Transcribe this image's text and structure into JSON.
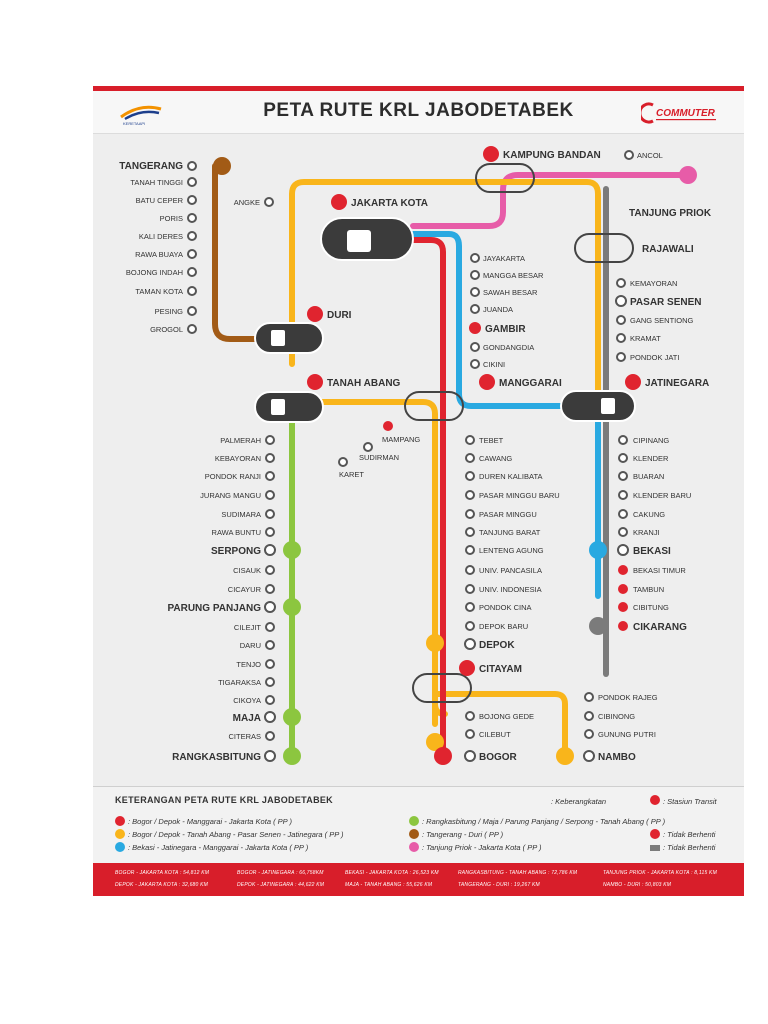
{
  "header": {
    "title": "PETA RUTE KRL JABODETABEK",
    "logo_left_text": "KERETAAPI",
    "logo_right_text": "COMMUTER"
  },
  "colors": {
    "red": "#e0242f",
    "yellow": "#f9b51b",
    "green": "#8cc63f",
    "brown": "#a25b16",
    "pink": "#e75ca8",
    "blue": "#29a9e1",
    "grey": "#7b7b7b",
    "accent": "#d81e2a"
  },
  "stations": {
    "tangerang": "TANGERANG",
    "tanah_tinggi": "TANAH TINGGI",
    "batu_ceper": "BATU CEPER",
    "poris": "PORIS",
    "kali_deres": "KALI DERES",
    "rawa_buaya": "RAWA BUAYA",
    "bojong_indah": "BOJONG INDAH",
    "taman_kota": "TAMAN KOTA",
    "pesing": "PESING",
    "grogol": "GROGOL",
    "angke": "ANGKE",
    "duri": "DURI",
    "jakarta_kota": "JAKARTA KOTA",
    "kampung_bandan": "KAMPUNG BANDAN",
    "ancol": "ANCOL",
    "tanjung_priok": "TANJUNG PRIOK",
    "rajawali": "RAJAWALI",
    "kemayoran": "KEMAYORAN",
    "pasar_senen": "PASAR SENEN",
    "gang_sentiong": "GANG SENTIONG",
    "kramat": "KRAMAT",
    "pondok_jati": "PONDOK JATI",
    "jatinegara": "JATINEGARA",
    "jayakarta": "JAYAKARTA",
    "mangga_besar": "MANGGA BESAR",
    "sawah_besar": "SAWAH BESAR",
    "juanda": "JUANDA",
    "gambir": "GAMBIR",
    "gondangdia": "GONDANGDIA",
    "cikini": "CIKINI",
    "manggarai": "MANGGARAI",
    "tanah_abang": "TANAH ABANG",
    "karet": "KARET",
    "sudirman": "SUDIRMAN",
    "mampang": "MAMPANG",
    "palmerah": "PALMERAH",
    "kebayoran": "KEBAYORAN",
    "pondok_ranji": "PONDOK RANJI",
    "jurang_mangu": "JURANG MANGU",
    "sudimara": "SUDIMARA",
    "rawa_buntu": "RAWA BUNTU",
    "serpong": "SERPONG",
    "cisauk": "CISAUK",
    "cicayur": "CICAYUR",
    "parung_panjang": "PARUNG PANJANG",
    "cilejit": "CILEJIT",
    "daru": "DARU",
    "tenjo": "TENJO",
    "tigaraksa": "TIGARAKSA",
    "cikoya": "CIKOYA",
    "maja": "MAJA",
    "citeras": "CITERAS",
    "rangkasbitung": "RANGKASBITUNG",
    "tebet": "TEBET",
    "cawang": "CAWANG",
    "duren_kalibata": "DUREN KALIBATA",
    "pasar_minggu_baru": "PASAR MINGGU BARU",
    "pasar_minggu": "PASAR MINGGU",
    "tanjung_barat": "TANJUNG BARAT",
    "lenteng_agung": "LENTENG AGUNG",
    "univ_pancasila": "UNIV. PANCASILA",
    "univ_indonesia": "UNIV. INDONESIA",
    "pondok_cina": "PONDOK CINA",
    "depok_baru": "DEPOK BARU",
    "depok": "DEPOK",
    "citayam": "CITAYAM",
    "bojong_gede": "BOJONG GEDE",
    "cilebut": "CILEBUT",
    "bogor": "BOGOR",
    "pondok_rajeg": "PONDOK RAJEG",
    "cibinong": "CIBINONG",
    "gunung_putri": "GUNUNG PUTRI",
    "nambo": "NAMBO",
    "cipinang": "CIPINANG",
    "klender": "KLENDER",
    "buaran": "BUARAN",
    "klender_baru": "KLENDER BARU",
    "cakung": "CAKUNG",
    "kranji": "KRANJI",
    "bekasi": "BEKASI",
    "bekasi_timur": "BEKASI TIMUR",
    "tambun": "TAMBUN",
    "cibitung": "CIBITUNG",
    "cikarang": "CIKARANG"
  },
  "legend": {
    "title": "KETERANGAN PETA RUTE KRL JABODETABEK",
    "origin": ": Keberangkatan",
    "transit": ": Stasiun Transit",
    "no_stop": ": Tidak Berhenti",
    "lines": [
      {
        "icon": "red",
        "text": ": Bogor / Depok - Manggarai - Jakarta Kota ( PP )"
      },
      {
        "icon": "yellow",
        "text": ": Bogor / Depok - Tanah Abang - Pasar Senen - Jatinegara ( PP )"
      },
      {
        "icon": "blue",
        "text": ": Bekasi - Jatinegara - Manggarai - Jakarta Kota ( PP )"
      },
      {
        "icon": "green",
        "text": ": Rangkasbitung / Maja / Parung Panjang / Serpong - Tanah Abang ( PP )"
      },
      {
        "icon": "brown",
        "text": ": Tangerang - Duri ( PP )"
      },
      {
        "icon": "pink",
        "text": ": Tanjung Priok - Jakarta Kota ( PP )"
      }
    ]
  },
  "footer": {
    "row1": [
      "BOGOR - JAKARTA KOTA : 54,812 KM",
      "BOGOR - JATINEGARA : 66,758KM",
      "BEKASI - JAKARTA KOTA : 26,523 KM",
      "RANGKASBITUNG - TANAH ABANG : 72,786 KM",
      "TANJUNG PRIOK - JAKARTA KOTA : 8,115 KM"
    ],
    "row2": [
      "DEPOK - JAKARTA KOTA : 32,680 KM",
      "DEPOK - JATINEGARA : 44,622 KM",
      "MAJA - TANAH ABANG : 55,626 KM",
      "TANGERANG - DURI : 19,267 KM",
      "NAMBO - DURI : 50,803 KM"
    ]
  }
}
